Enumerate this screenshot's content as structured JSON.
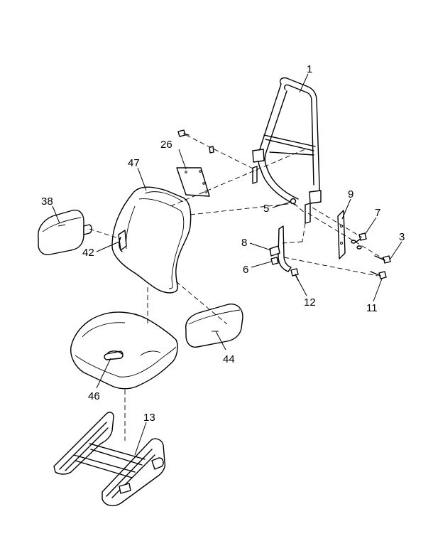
{
  "diagram": {
    "callouts": {
      "c1": "1",
      "c3": "3",
      "c5": "5",
      "c6": "6",
      "c7": "7",
      "c8": "8",
      "c9": "9",
      "c11": "11",
      "c12": "12",
      "c13": "13",
      "c26": "26",
      "c38": "38",
      "c42": "42",
      "c44": "44",
      "c46": "46",
      "c47": "47"
    }
  }
}
